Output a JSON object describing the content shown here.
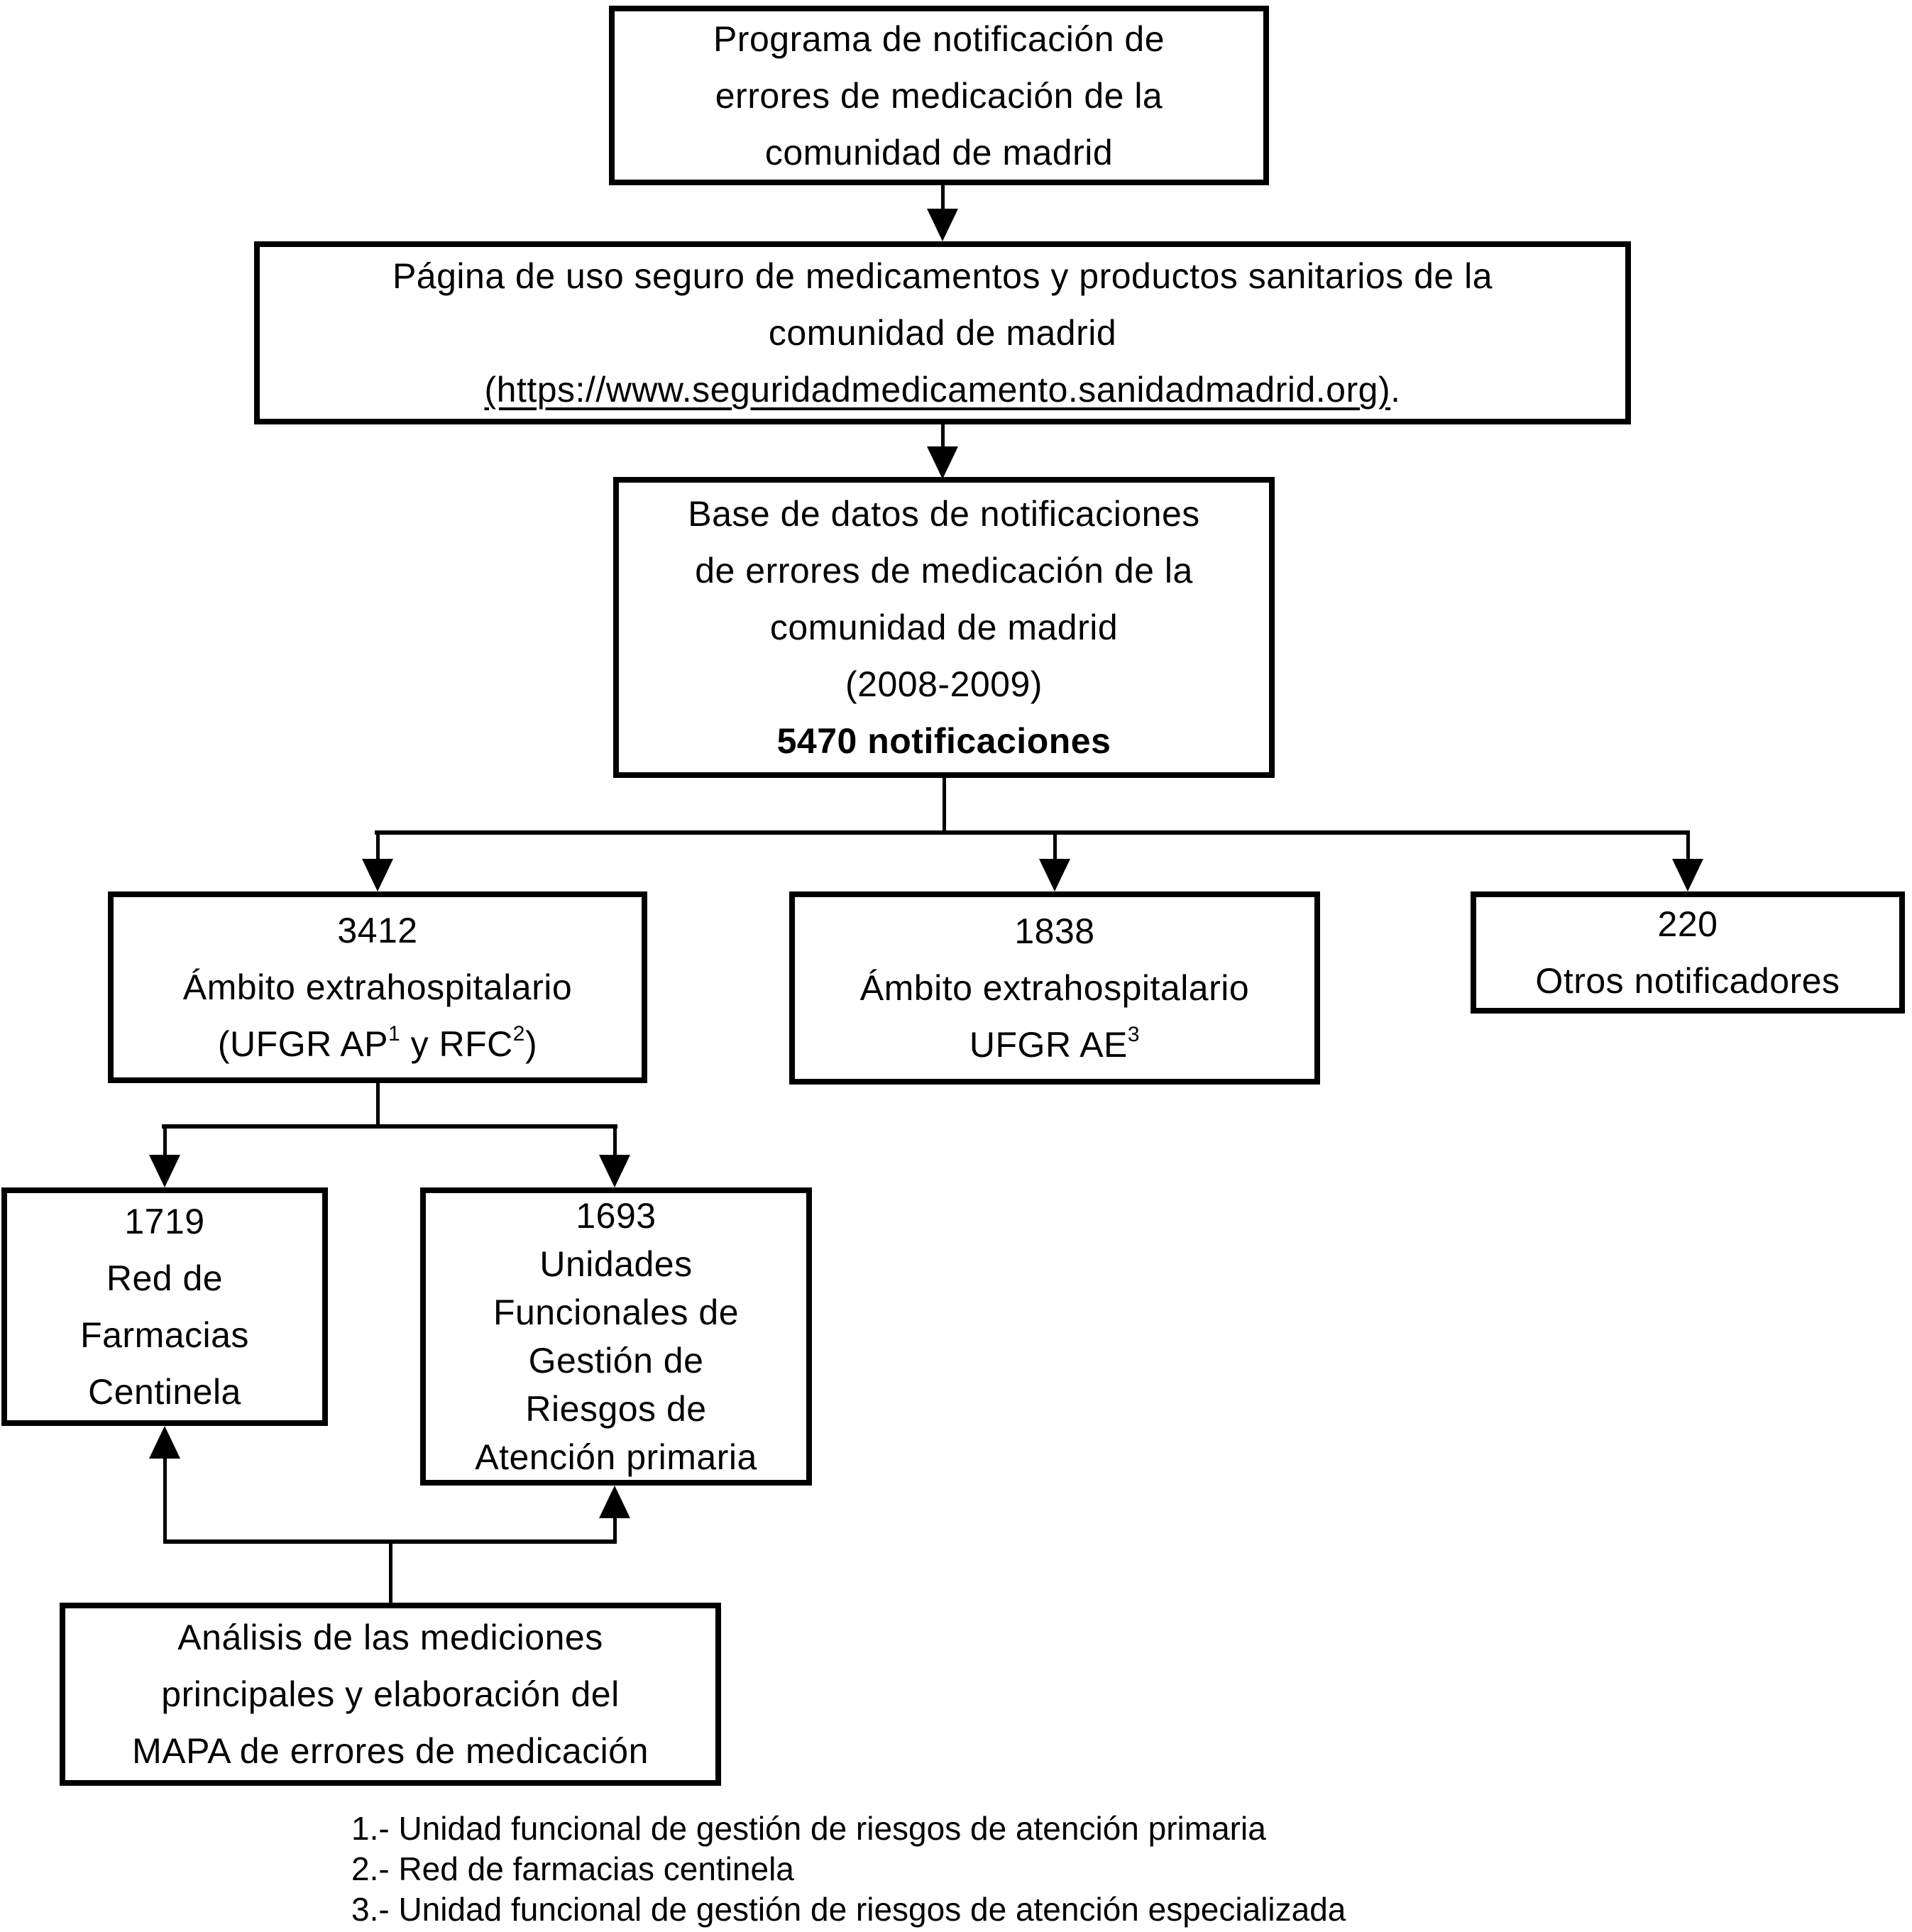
{
  "boxes": {
    "programa": {
      "lines": [
        "Programa de notificación de",
        "errores de medicación de la",
        "comunidad de madrid"
      ]
    },
    "pagina": {
      "line1": "Página de uso seguro de medicamentos y productos sanitarios de la",
      "line2": "comunidad de madrid",
      "url_text": "(https://www.seguridadmedicamento.sanidadmadrid.org)",
      "after_url": "."
    },
    "base_datos": {
      "lines": [
        "Base de datos de notificaciones",
        "de errores de medicación de la",
        "comunidad de madrid",
        "(2008-2009)"
      ],
      "bold_line": "5470 notificaciones"
    },
    "ambito_ap": {
      "count": "3412",
      "label": "Ámbito extrahospitalario",
      "sub_prefix": "(UFGR AP",
      "sup1": "1",
      "sub_mid": " y RFC",
      "sup2": "2",
      "sub_suffix": ")"
    },
    "ambito_ae": {
      "count": "1838",
      "label": "Ámbito extrahospitalario",
      "sub_prefix": "UFGR AE",
      "sup": "3"
    },
    "otros": {
      "count": "220",
      "label": "Otros notificadores"
    },
    "farmacias": {
      "lines": [
        "1719",
        "Red de",
        "Farmacias",
        "Centinela"
      ]
    },
    "unidades": {
      "lines": [
        "1693",
        "Unidades",
        "Funcionales de",
        "Gestión de",
        "Riesgos de",
        "Atención primaria"
      ]
    },
    "analisis": {
      "lines": [
        "Análisis de las mediciones",
        "principales y elaboración del",
        "MAPA de errores de medicación"
      ]
    }
  },
  "footnotes": [
    "1.- Unidad funcional de gestión de riesgos de atención primaria",
    "2.- Red de farmacias centinela",
    "3.- Unidad funcional de gestión de riesgos de atención especializada"
  ],
  "colors": {
    "line": "#000000",
    "background": "#ffffff",
    "text": "#000000"
  }
}
